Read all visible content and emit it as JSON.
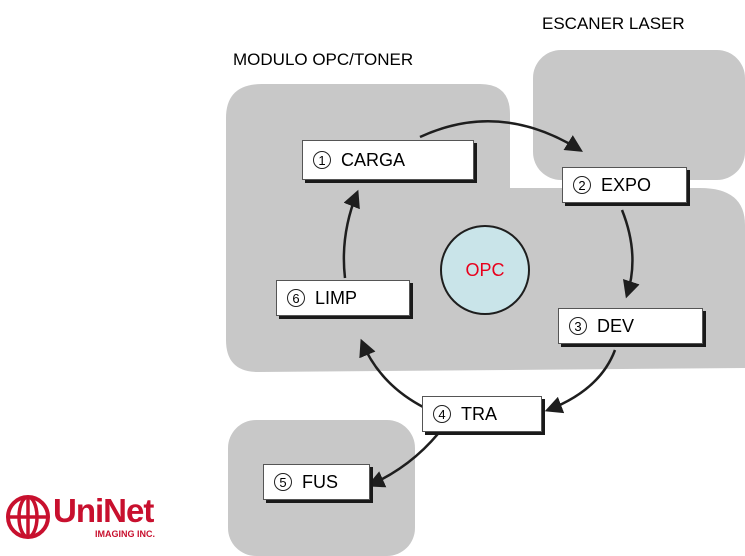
{
  "regions": {
    "opc_toner_label": "MODULO OPC/TONER",
    "laser_scanner_label": "ESCANER LASER"
  },
  "center": {
    "label": "OPC"
  },
  "steps": [
    {
      "num": "1",
      "label": "CARGA"
    },
    {
      "num": "2",
      "label": "EXPO"
    },
    {
      "num": "3",
      "label": "DEV"
    },
    {
      "num": "4",
      "label": "TRA"
    },
    {
      "num": "5",
      "label": "FUS"
    },
    {
      "num": "6",
      "label": "LIMP"
    }
  ],
  "logo": {
    "brand": "UniNet",
    "subtitle": "IMAGING INC."
  },
  "colors": {
    "region_fill": "#c8c8c8",
    "opc_fill": "#c9e4e9",
    "opc_text": "#e8001c",
    "logo": "#c8102e"
  }
}
